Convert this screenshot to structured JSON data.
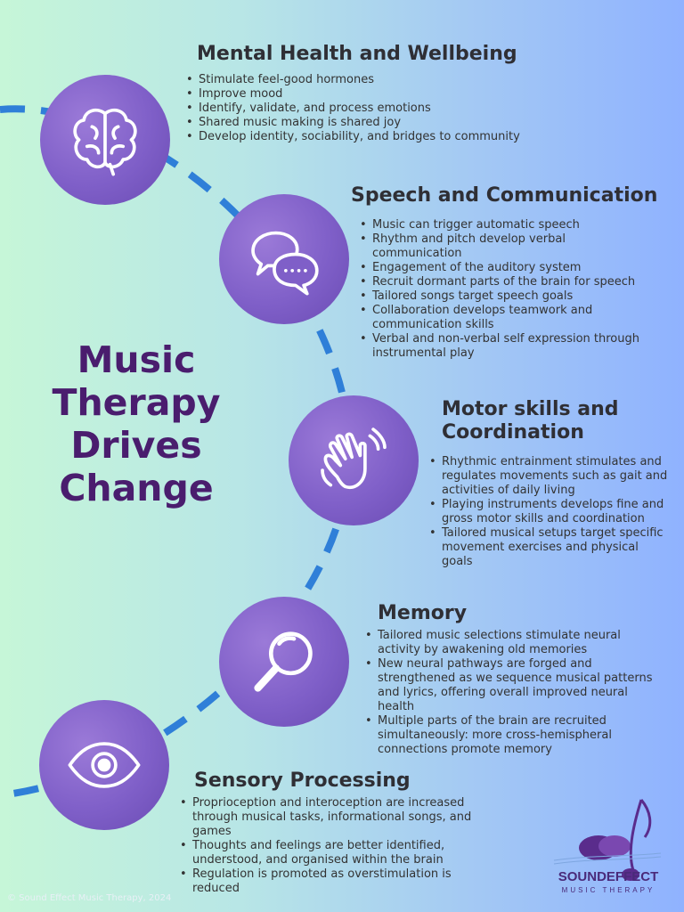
{
  "title": {
    "line1": "Music",
    "line2": "Therapy",
    "line3": "Drives",
    "line4": "Change"
  },
  "sections": [
    {
      "heading": "Mental Health and Wellbeing",
      "icon": "brain-icon",
      "bullets": [
        "Stimulate feel-good hormones",
        "Improve mood",
        "Identify, validate, and process emotions",
        "Shared music making is shared joy",
        "Develop identity, sociability, and bridges to community"
      ]
    },
    {
      "heading": "Speech and Communication",
      "icon": "speech-bubbles-icon",
      "bullets": [
        "Music can trigger automatic speech",
        "Rhythm and pitch develop verbal communication",
        "Engagement of the auditory system",
        "Recruit dormant parts of the brain for speech",
        "Tailored songs target speech goals",
        "Collaboration develops teamwork and communication skills",
        "Verbal and non-verbal self expression through instrumental play"
      ]
    },
    {
      "heading_line1": "Motor skills and",
      "heading_line2": "Coordination",
      "icon": "waving-hand-icon",
      "bullets": [
        "Rhythmic entrainment stimulates and regulates movements such as gait and activities of daily living",
        "Playing instruments develops fine and gross motor skills and coordination",
        "Tailored musical setups target specific movement exercises and physical goals"
      ]
    },
    {
      "heading": "Memory",
      "icon": "magnifier-icon",
      "bullets": [
        "Tailored music selections stimulate neural activity by awakening old memories",
        "New neural pathways are forged and strengthened as we sequence musical patterns and lyrics, offering overall improved neural health",
        "Multiple parts of the brain are recruited simultaneously: more cross-hemispheral connections promote memory"
      ]
    },
    {
      "heading": "Sensory Processing",
      "icon": "eye-icon",
      "bullets": [
        "Proprioception and interoception are increased through musical tasks, informational songs, and games",
        "Thoughts and feelings are better identified, understood, and organised within the brain",
        "Regulation is promoted as overstimulation is reduced"
      ]
    }
  ],
  "logo": {
    "name": "SOUNDEFFECT",
    "sub": "MUSIC THERAPY"
  },
  "copyright": "© Sound Effect Music Therapy, 2024",
  "colors": {
    "title": "#4a1d6e",
    "circle": "#7f5fc8",
    "arc": "#2f7fd8"
  }
}
